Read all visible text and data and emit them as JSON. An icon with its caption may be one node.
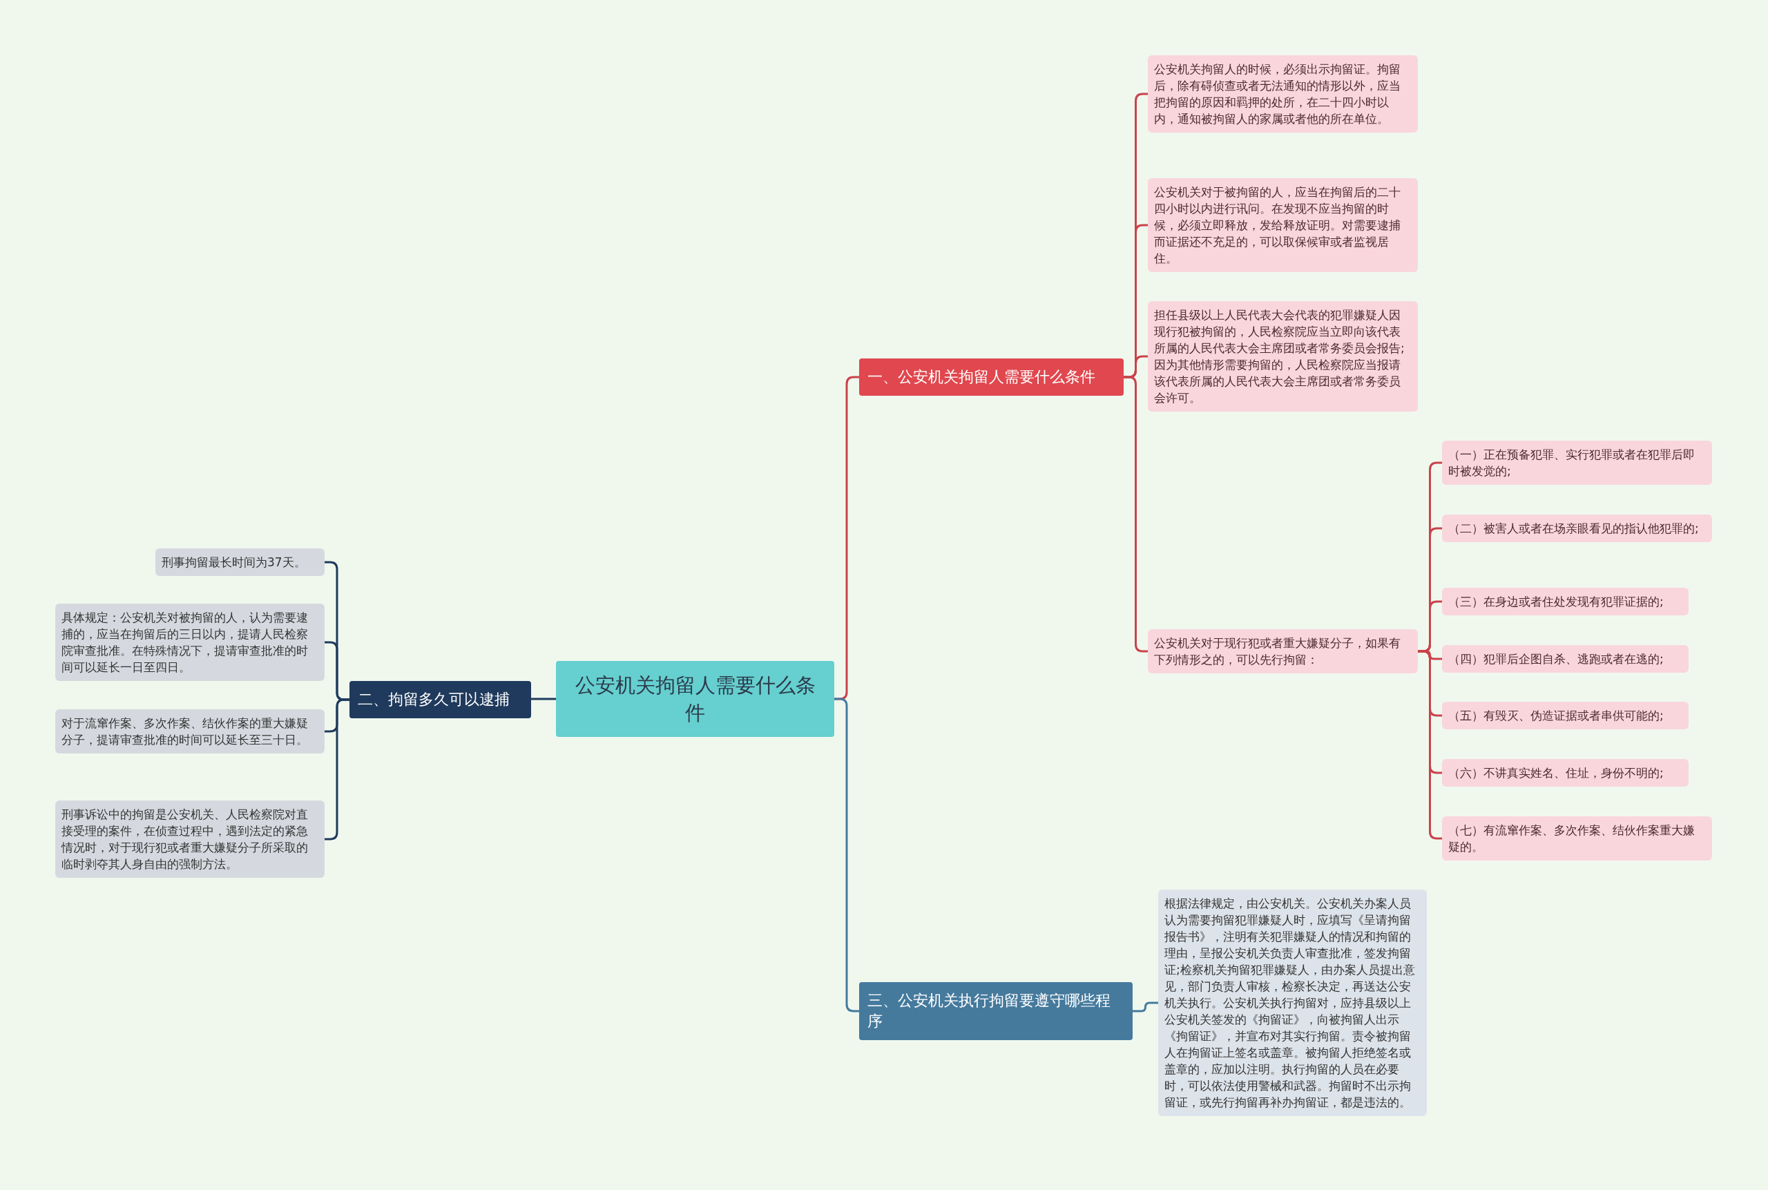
{
  "diagram": {
    "nodes": [
      {
        "text": [
          "公安机关拘留人需要什么条件"
        ]
      },
      {
        "text": [
          "一、公安机关拘留人需要什么条件"
        ]
      },
      {
        "text": [
          "公安机关拘留人的时候，必须出示拘留证。拘留后，除有碍侦查或者无法通知的情形以外，应当把拘留的原因和羁押的处所，在二十四小时以内，通知被拘留人的家属或者他的所在单位。"
        ]
      },
      {
        "text": [
          "公安机关对于被拘留的人，应当在拘留后的二十四小时以内进行讯问。在发现不应当拘留的时候，必须立即释放，发给释放证明。对需要逮捕而证据还不充足的，可以取保候审或者监视居住。"
        ]
      },
      {
        "text": [
          "担任县级以上人民代表大会代表的犯罪嫌疑人因现行犯被拘留的，人民检察院应当立即向该代表所属的人民代表大会主席团或者常务委员会报告;因为其他情形需要拘留的，人民检察院应当报请该代表所属的人民代表大会主席团或者常务委员会许可。"
        ]
      },
      {
        "text": [
          "公安机关对于现行犯或者重大嫌疑分子，如果有下列情形之的，可以先行拘留："
        ]
      },
      {
        "text": [
          "（一）正在预备犯罪、实行犯罪或者在犯罪后即时被发觉的;"
        ]
      },
      {
        "text": [
          "（二）被害人或者在场亲眼看见的指认他犯罪的;"
        ]
      },
      {
        "text": [
          "（三）在身边或者住处发现有犯罪证据的;"
        ]
      },
      {
        "text": [
          "（四）犯罪后企图自杀、逃跑或者在逃的;"
        ]
      },
      {
        "text": [
          "（五）有毁灭、伪造证据或者串供可能的;"
        ]
      },
      {
        "text": [
          "（六）不讲真实姓名、住址，身份不明的;"
        ]
      },
      {
        "text": [
          "（七）有流窜作案、多次作案、结伙作案重大嫌疑的。"
        ]
      },
      {
        "text": [
          "二、拘留多久可以逮捕"
        ]
      },
      {
        "text": [
          "刑事拘留最长时间为37天。"
        ]
      },
      {
        "text": [
          "具体规定：公安机关对被拘留的人，认为需要逮捕的，应当在拘留后的三日以内，提请人民检察院审查批准。在特殊情况下，提请审查批准的时间可以延长一日至四日。"
        ]
      },
      {
        "text": [
          "对于流窜作案、多次作案、结伙作案的重大嫌疑分子，提请审查批准的时间可以延长至三十日。"
        ]
      },
      {
        "text": [
          "刑事诉讼中的拘留是公安机关、人民检察院对直接受理的案件，在侦查过程中，遇到法定的紧急情况时，对于现行犯或者重大嫌疑分子所采取的临时剥夺其人身自由的强制方法。"
        ]
      },
      {
        "text": [
          "三、公安机关执行拘留要遵守哪些程序"
        ]
      },
      {
        "text": [
          "根据法律规定，由公安机关。公安机关办案人员认为需要拘留犯罪嫌疑人时，应填写《呈请拘留报告书》，注明有关犯罪嫌疑人的情况和拘留的理由，呈报公安机关负责人审查批准，签发拘留证;检察机关拘留犯罪嫌疑人，由办案人员提出意见，部门负责人审核，检察长决定，再送达公安机关执行。公安机关执行拘留对，应持县级以上公安机关签发的《拘留证》，向被拘留人出示《拘留证》，并宣布对其实行拘留。责令被拘留人在拘留证上签名或盖章。被拘留人拒绝签名或盖章的，应加以注明。执行拘留的人员在必要时，可以依法使用警械和武器。拘留时不出示拘留证，或先行拘留再补办拘留证，都是违法的。"
        ]
      }
    ],
    "edges": [
      {
        "from": 0,
        "to": 1,
        "arrow": "none"
      },
      {
        "from": 1,
        "to": 2,
        "arrow": "none"
      },
      {
        "from": 1,
        "to": 3,
        "arrow": "none"
      },
      {
        "from": 1,
        "to": 4,
        "arrow": "none"
      },
      {
        "from": 1,
        "to": 5,
        "arrow": "none"
      },
      {
        "from": 5,
        "to": 6,
        "arrow": "none"
      },
      {
        "from": 5,
        "to": 7,
        "arrow": "none"
      },
      {
        "from": 5,
        "to": 8,
        "arrow": "none"
      },
      {
        "from": 5,
        "to": 9,
        "arrow": "none"
      },
      {
        "from": 5,
        "to": 10,
        "arrow": "none"
      },
      {
        "from": 5,
        "to": 11,
        "arrow": "none"
      },
      {
        "from": 5,
        "to": 12,
        "arrow": "none"
      },
      {
        "from": 0,
        "to": 13,
        "arrow": "none",
        "color": "#1f3a5c"
      },
      {
        "from": 13,
        "to": 14,
        "arrow": "none",
        "color": "#1f3a5c"
      },
      {
        "from": 13,
        "to": 15,
        "arrow": "none",
        "color": "#1f3a5c"
      },
      {
        "from": 13,
        "to": 16,
        "arrow": "none",
        "color": "#1f3a5c"
      },
      {
        "from": 13,
        "to": 17,
        "arrow": "none",
        "color": "#1f3a5c"
      },
      {
        "from": 0,
        "to": 18,
        "arrow": "none",
        "color": "#457a9d"
      },
      {
        "from": 18,
        "to": 19,
        "arrow": "none",
        "color": "#457a9d"
      }
    ]
  }
}
